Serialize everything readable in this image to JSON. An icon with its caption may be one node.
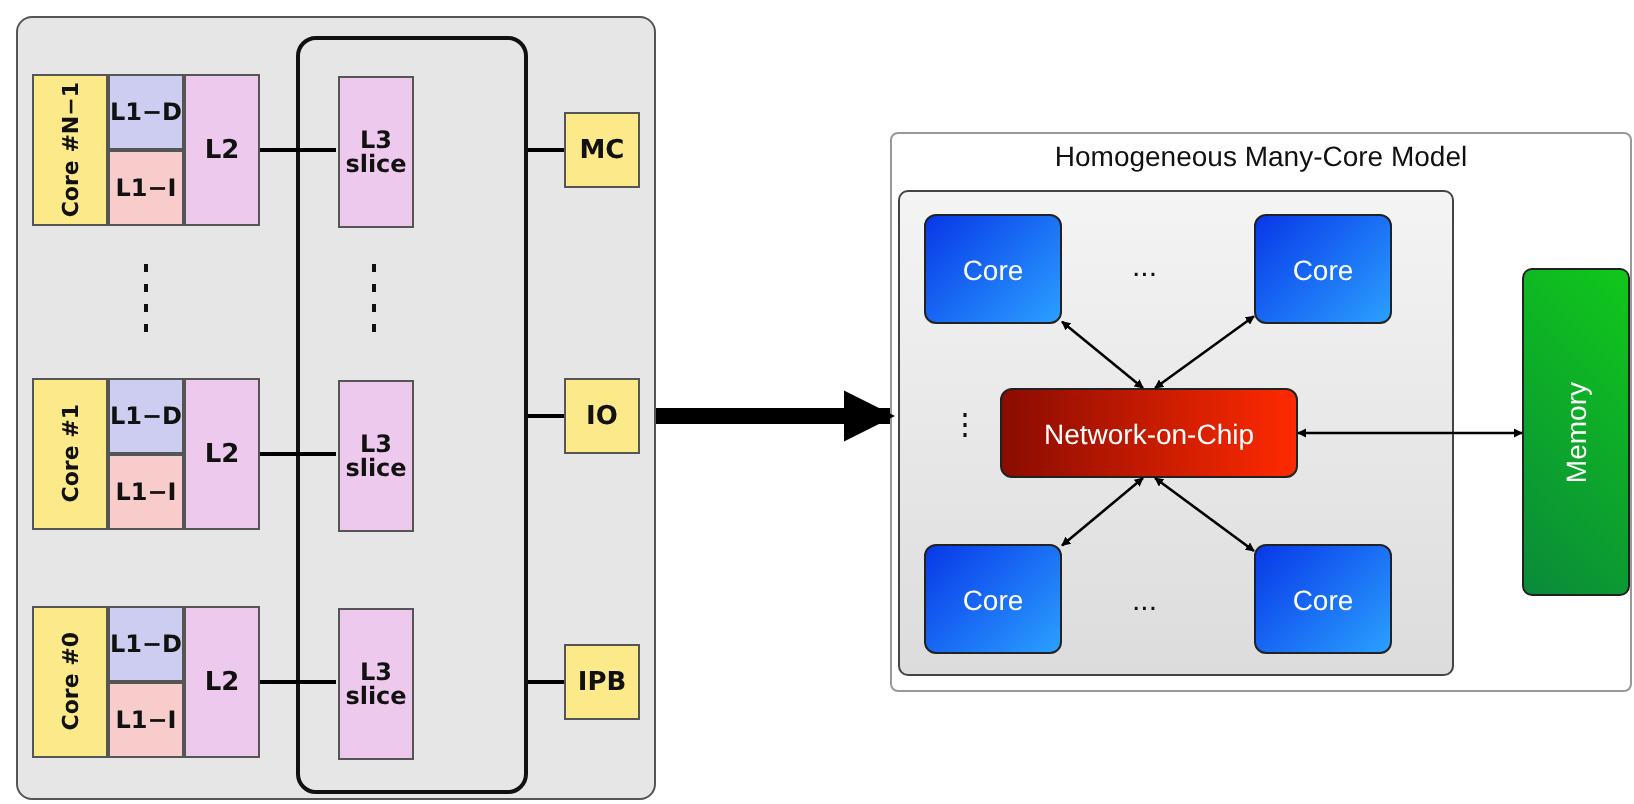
{
  "diagram": {
    "nodes": [
      {
        "text": [],
        "shape": "box"
      },
      {
        "text": [
          "Core #N−1"
        ],
        "in": 0
      },
      {
        "text": [
          "L1−D"
        ],
        "in": 0
      },
      {
        "text": [
          "L1−I"
        ],
        "in": 0
      },
      {
        "text": [
          "L2"
        ],
        "in": 0
      },
      {
        "text": [
          "Core #1"
        ],
        "in": 0
      },
      {
        "text": [
          "L1−D"
        ],
        "in": 0
      },
      {
        "text": [
          "L1−I"
        ],
        "in": 0
      },
      {
        "text": [
          "L2"
        ],
        "in": 0
      },
      {
        "text": [
          "Core #0"
        ],
        "in": 0
      },
      {
        "text": [
          "L1−D"
        ],
        "in": 0
      },
      {
        "text": [
          "L1−I"
        ],
        "in": 0
      },
      {
        "text": [
          "L2"
        ],
        "in": 0
      },
      {
        "text": [],
        "shape": "box",
        "in": 0
      },
      {
        "text": [
          "L3 slice"
        ],
        "in": 13
      },
      {
        "text": [
          "L3 slice"
        ],
        "in": 13
      },
      {
        "text": [
          "L3 slice"
        ],
        "in": 13
      },
      {
        "text": [
          "MC"
        ],
        "in": 0
      },
      {
        "text": [
          "IO"
        ],
        "in": 0
      },
      {
        "text": [
          "IPB"
        ],
        "in": 0
      },
      {
        "text": [
          "Homogeneous Many-Core Model"
        ]
      },
      {
        "text": [],
        "shape": "box",
        "in": 20
      },
      {
        "text": [
          "Core"
        ],
        "in": 21
      },
      {
        "text": [
          "Core"
        ],
        "in": 21
      },
      {
        "text": [
          "Network-on-Chip"
        ],
        "in": 21
      },
      {
        "text": [
          "Core"
        ],
        "in": 21
      },
      {
        "text": [
          "Core"
        ],
        "in": 21
      },
      {
        "text": [
          "Memory"
        ],
        "in": 20
      }
    ],
    "edges": [
      {
        "from": 4,
        "to": 14,
        "arrow": "none"
      },
      {
        "from": 8,
        "to": 15,
        "arrow": "none"
      },
      {
        "from": 12,
        "to": 16,
        "arrow": "none"
      },
      {
        "from": 13,
        "to": 17,
        "arrow": "none"
      },
      {
        "from": 13,
        "to": 18,
        "arrow": "none"
      },
      {
        "from": 13,
        "to": 19,
        "arrow": "none"
      },
      {
        "from": 0,
        "to": 20,
        "arrow": "to",
        "style": "thick"
      },
      {
        "from": 22,
        "to": 24,
        "arrow": "both"
      },
      {
        "from": 23,
        "to": 24,
        "arrow": "both"
      },
      {
        "from": 25,
        "to": 24,
        "arrow": "both"
      },
      {
        "from": 26,
        "to": 24,
        "arrow": "both"
      },
      {
        "from": 24,
        "to": 27,
        "arrow": "both"
      }
    ],
    "labels": [
      "...",
      "⋮",
      "..."
    ]
  }
}
